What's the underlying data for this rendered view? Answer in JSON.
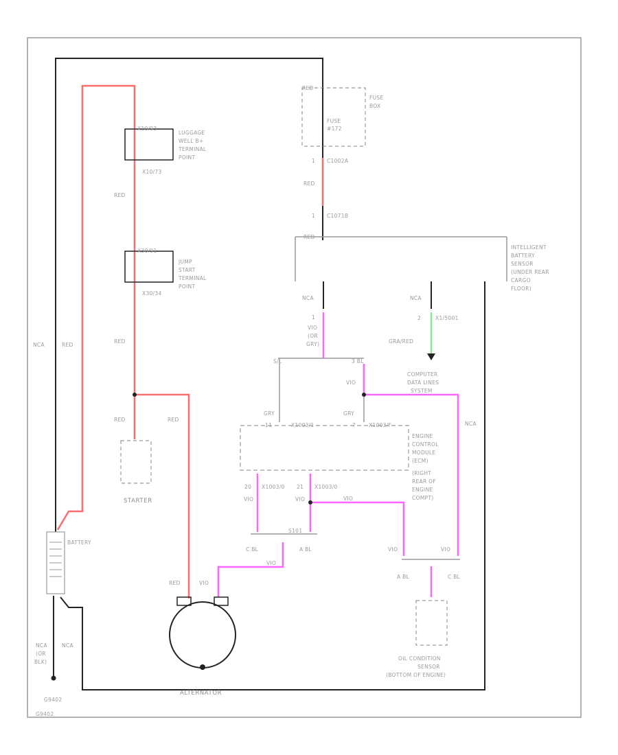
{
  "colors": {
    "red_wire": "#ff6b6b",
    "pink_wire": "#ff66ff",
    "green_wire": "#88ee88",
    "black_wire": "#222222",
    "gray_wire": "#999999"
  },
  "labels": {
    "red_fuse_top": "RED",
    "fuse_box_1": "FUSE",
    "fuse_box_2": "BOX",
    "fuse_1": "FUSE",
    "fuse_2": "#172",
    "pin_1_top": "1",
    "c_fuse_conn": "C1002A",
    "red_mid": "RED",
    "pin_1_lower": "1",
    "c_ibs_conn": "C1071B",
    "red_ibs": "RED",
    "ibs_1": "INTELLIGENT",
    "ibs_2": "BATTERY",
    "ibs_3": "SENSOR",
    "ibs_4": "(UNDER REAR",
    "ibs_5": "CARGO",
    "ibs_6": "FLOOR)",
    "luggage_1": "LUGGAGE",
    "luggage_2": "WELL B+",
    "luggage_3": "TERMINAL",
    "luggage_4": "POINT",
    "luggage_conn_top": "X10/93",
    "luggage_conn_bot": "X10/73",
    "jump_1": "JUMP",
    "jump_2": "START",
    "jump_3": "TERMINAL",
    "jump_4": "POINT",
    "jump_conn_top": "X30/91",
    "jump_conn_bot": "X30/34",
    "red_left_a": "RED",
    "red_left_b": "RED",
    "red_left_c": "RED",
    "red_to_alt": "RED",
    "starter": "STARTER",
    "battery": "BATTERY",
    "red_batt_left": "RED",
    "nca_left": "NCA",
    "nca_ibs_out": "NCA",
    "pin_1_ibs": "1",
    "vio_ibs_1": "VIO",
    "vio_ibs_2": "(OR",
    "vio_ibs_3": "GRY)",
    "splice_left": "S/L",
    "splice_right": "3 BL",
    "nca_dlc": "NCA",
    "pin_2_dlc": "2",
    "c_dlc": "X1/5001",
    "gra_red": "GRA/RED",
    "dlc_1": "COMPUTER",
    "dlc_2": "DATA LINES",
    "dlc_3": "SYSTEM",
    "vio_ecm_in": "VIO",
    "gry_a": "GRY",
    "gry_b": "GRY",
    "ecm_pin_left": "11",
    "ecm_pin_right": "7",
    "ecm_conn_left": "X1003/1",
    "ecm_conn_right": "X1003/F",
    "ecm_1": "ENGINE",
    "ecm_2": "CONTROL",
    "ecm_3": "MODULE",
    "ecm_4": "(ECM)",
    "ecm_5": "(RIGHT",
    "ecm_6": "REAR OF",
    "ecm_7": "ENGINE",
    "ecm_8": "COMPT)",
    "nca_right": "NCA",
    "ecm_out_pin_a": "20",
    "ecm_out_conn_a": "X1003/0",
    "ecm_out_pin_b": "21",
    "ecm_out_conn_b": "X1003/0",
    "vio_out_a": "VIO",
    "vio_out_b": "VIO",
    "vio_horiz": "VIO",
    "splice_bottom": "S101",
    "cbl_left": "C BL",
    "abl_left": "A BL",
    "vio_alt_top": "VIO",
    "vio_alt_side": "VIO",
    "red_alt": "RED",
    "vio_right_a": "VIO",
    "vio_right_b": "VIO",
    "abl_right": "A BL",
    "cbl_right": "C BL",
    "oil_1": "OIL CONDITION",
    "oil_2": "SENSOR",
    "oil_3": "(BOTTOM OF ENGINE)",
    "alternator": "ALTERNATOR",
    "nca_gnd_1": "NCA",
    "nca_gnd_2": "(OR",
    "nca_gnd_3": "BLK)",
    "nca_gnd_4": "NCA",
    "gnd_1": "G9402",
    "gnd_2": "G9402"
  }
}
